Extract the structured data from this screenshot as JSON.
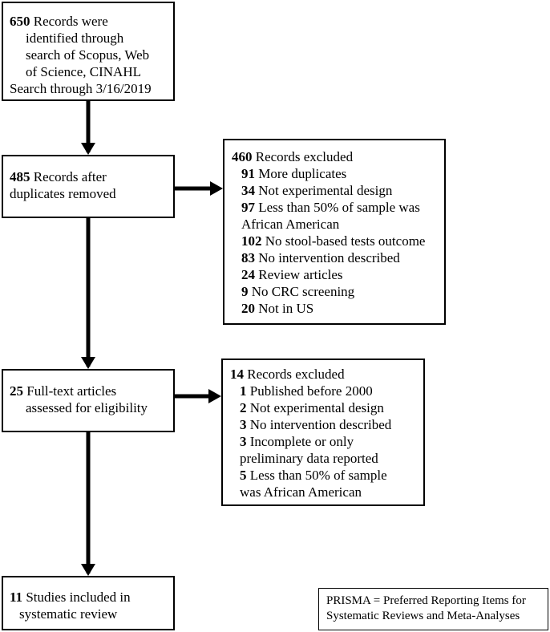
{
  "boxes": {
    "identified": {
      "count": "650",
      "lines": [
        "Records were",
        "identified through",
        "search of Scopus, Web",
        "of Science, CINAHL",
        "Search through 3/16/2019"
      ]
    },
    "after_dup": {
      "count": "485",
      "lines": [
        "Records after",
        "duplicates removed"
      ]
    },
    "excluded1": {
      "count": "460",
      "title": "Records excluded",
      "items": [
        {
          "n": "91",
          "text": "More duplicates"
        },
        {
          "n": "34",
          "text": "Not experimental design"
        },
        {
          "n": "97",
          "text": "Less than 50% of sample was",
          "cont": "African American"
        },
        {
          "n": "102",
          "text": "No stool-based tests outcome"
        },
        {
          "n": "83",
          "text": "No intervention described"
        },
        {
          "n": "24",
          "text": "Review articles"
        },
        {
          "n": "9",
          "text": "No CRC screening"
        },
        {
          "n": "20",
          "text": "Not in US"
        }
      ]
    },
    "fulltext": {
      "count": "25",
      "lines": [
        "Full-text articles",
        "assessed for eligibility"
      ]
    },
    "excluded2": {
      "count": "14",
      "title": "Records excluded",
      "items": [
        {
          "n": "1",
          "text": "Published before 2000"
        },
        {
          "n": "2",
          "text": "Not experimental design"
        },
        {
          "n": "3",
          "text": "No intervention described"
        },
        {
          "n": "3",
          "text": "Incomplete or only",
          "cont": "preliminary data reported"
        },
        {
          "n": "5",
          "text": "Less than 50% of sample",
          "cont": "was African American"
        }
      ]
    },
    "included": {
      "count": "11",
      "lines": [
        "Studies included in",
        "systematic review"
      ]
    }
  },
  "legend": {
    "lines": [
      "PRISMA = Preferred Reporting Items for",
      "Systematic Reviews and Meta-Analyses"
    ]
  }
}
